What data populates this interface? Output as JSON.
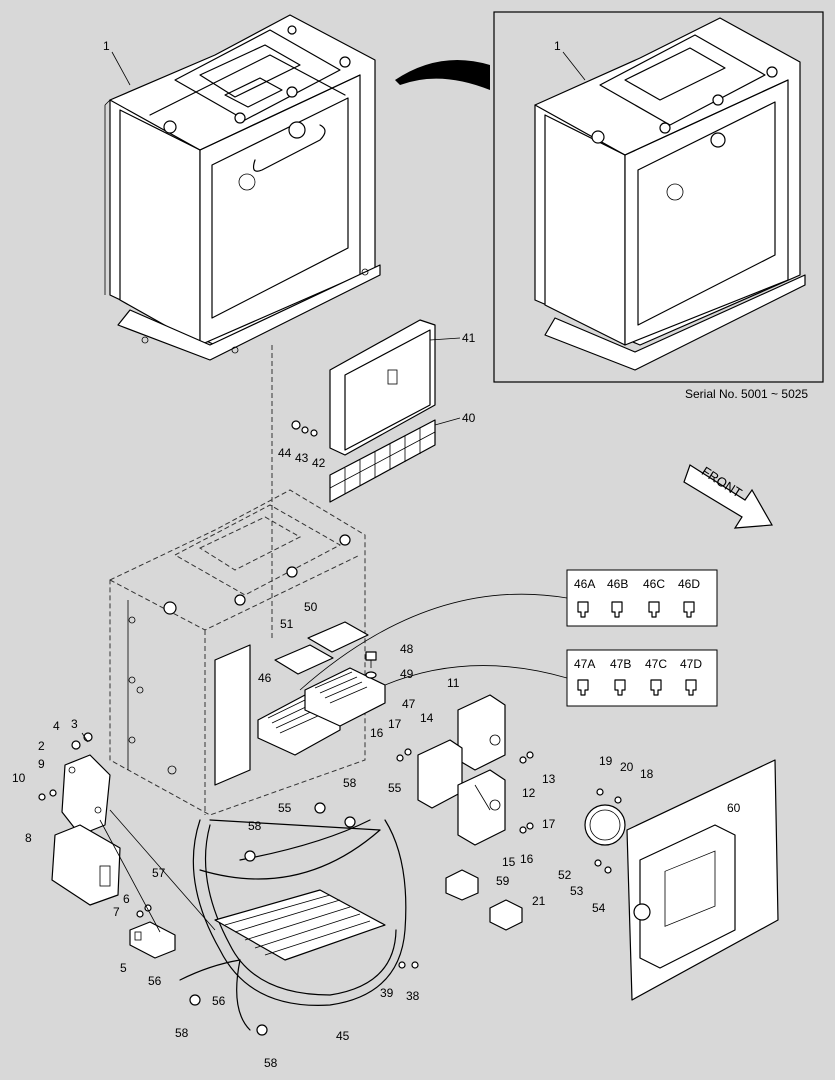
{
  "diagram": {
    "serial_note": "Serial No. 5001 ~ 5025",
    "front_label": "FRONT",
    "callouts": [
      {
        "id": "c1a",
        "text": "1"
      },
      {
        "id": "c1b",
        "text": "1"
      },
      {
        "id": "c41",
        "text": "41"
      },
      {
        "id": "c40",
        "text": "40"
      },
      {
        "id": "c44",
        "text": "44"
      },
      {
        "id": "c43",
        "text": "43"
      },
      {
        "id": "c42",
        "text": "42"
      },
      {
        "id": "c46A",
        "text": "46A"
      },
      {
        "id": "c46B",
        "text": "46B"
      },
      {
        "id": "c46C",
        "text": "46C"
      },
      {
        "id": "c46D",
        "text": "46D"
      },
      {
        "id": "c47A",
        "text": "47A"
      },
      {
        "id": "c47B",
        "text": "47B"
      },
      {
        "id": "c47C",
        "text": "47C"
      },
      {
        "id": "c47D",
        "text": "47D"
      },
      {
        "id": "c50",
        "text": "50"
      },
      {
        "id": "c51",
        "text": "51"
      },
      {
        "id": "c48",
        "text": "48"
      },
      {
        "id": "c49",
        "text": "49"
      },
      {
        "id": "c46",
        "text": "46"
      },
      {
        "id": "c47",
        "text": "47"
      },
      {
        "id": "c11",
        "text": "11"
      },
      {
        "id": "c14",
        "text": "14"
      },
      {
        "id": "c17a",
        "text": "17"
      },
      {
        "id": "c16a",
        "text": "16"
      },
      {
        "id": "c13",
        "text": "13"
      },
      {
        "id": "c12",
        "text": "12"
      },
      {
        "id": "c17b",
        "text": "17"
      },
      {
        "id": "c16b",
        "text": "16"
      },
      {
        "id": "c15",
        "text": "15"
      },
      {
        "id": "c3",
        "text": "3"
      },
      {
        "id": "c4",
        "text": "4"
      },
      {
        "id": "c2",
        "text": "2"
      },
      {
        "id": "c9",
        "text": "9"
      },
      {
        "id": "c10",
        "text": "10"
      },
      {
        "id": "c8",
        "text": "8"
      },
      {
        "id": "c6",
        "text": "6"
      },
      {
        "id": "c7",
        "text": "7"
      },
      {
        "id": "c5",
        "text": "5"
      },
      {
        "id": "c58a",
        "text": "58"
      },
      {
        "id": "c55a",
        "text": "55"
      },
      {
        "id": "c55b",
        "text": "55"
      },
      {
        "id": "c58b",
        "text": "58"
      },
      {
        "id": "c57",
        "text": "57"
      },
      {
        "id": "c59",
        "text": "59"
      },
      {
        "id": "c21",
        "text": "21"
      },
      {
        "id": "c56a",
        "text": "56"
      },
      {
        "id": "c56b",
        "text": "56"
      },
      {
        "id": "c58c",
        "text": "58"
      },
      {
        "id": "c58d",
        "text": "58"
      },
      {
        "id": "c45",
        "text": "45"
      },
      {
        "id": "c39",
        "text": "39"
      },
      {
        "id": "c38",
        "text": "38"
      },
      {
        "id": "c19",
        "text": "19"
      },
      {
        "id": "c20",
        "text": "20"
      },
      {
        "id": "c18",
        "text": "18"
      },
      {
        "id": "c60",
        "text": "60"
      },
      {
        "id": "c52",
        "text": "52"
      },
      {
        "id": "c53",
        "text": "53"
      },
      {
        "id": "c54",
        "text": "54"
      }
    ]
  }
}
